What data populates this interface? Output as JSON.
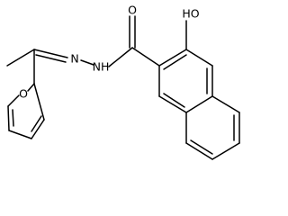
{
  "molecule": {
    "atom_labels": {
      "carbonyl_oxygen": "O",
      "hydroxyl": "HO",
      "furan_oxygen": "O",
      "hydrazone_nh": "NH",
      "hydrazone_n": "N"
    }
  }
}
